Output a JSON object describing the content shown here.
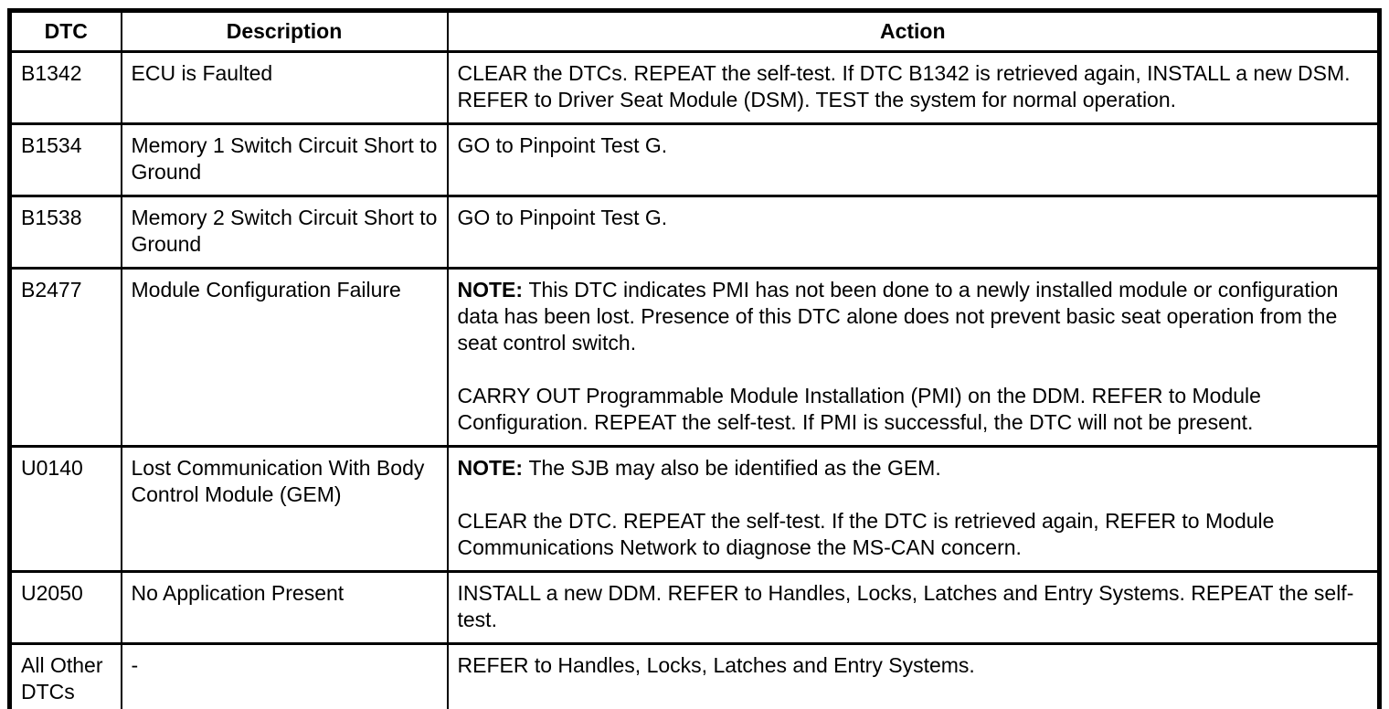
{
  "table": {
    "headers": {
      "dtc": "DTC",
      "description": "Description",
      "action": "Action"
    },
    "rows": [
      {
        "dtc": "B1342",
        "description": "ECU is Faulted",
        "action": [
          {
            "text": "CLEAR the DTCs. REPEAT the self-test. If DTC B1342 is retrieved again, INSTALL a new DSM. REFER to Driver Seat Module (DSM). TEST the system for normal operation."
          }
        ]
      },
      {
        "dtc": "B1534",
        "description": "Memory 1 Switch Circuit Short to Ground",
        "action": [
          {
            "text": "GO to Pinpoint Test G."
          }
        ]
      },
      {
        "dtc": "B1538",
        "description": "Memory 2 Switch Circuit Short to Ground",
        "action": [
          {
            "text": "GO to Pinpoint Test G."
          }
        ]
      },
      {
        "dtc": "B2477",
        "description": "Module Configuration Failure",
        "action": [
          {
            "note_label": "NOTE:",
            "text": "This DTC indicates PMI has not been done to a newly installed module or configuration data has been lost. Presence of this DTC alone does not prevent basic seat operation from the seat control switch."
          },
          {
            "text": "CARRY OUT Programmable Module Installation (PMI) on the DDM. REFER to Module Configuration. REPEAT the self-test. If PMI is successful, the DTC will not be present."
          }
        ]
      },
      {
        "dtc": "U0140",
        "description": "Lost Communication With Body Control Module (GEM)",
        "action": [
          {
            "note_label": "NOTE:",
            "text": "The SJB may also be identified as the GEM."
          },
          {
            "text": "CLEAR the DTC. REPEAT the self-test. If the DTC is retrieved again, REFER to Module Communications Network to diagnose the MS-CAN concern."
          }
        ]
      },
      {
        "dtc": "U2050",
        "description": "No Application Present",
        "action": [
          {
            "text": "INSTALL a new DDM. REFER to Handles, Locks, Latches and Entry Systems. REPEAT the self-test."
          }
        ]
      },
      {
        "dtc": "All Other DTCs",
        "description": "-",
        "action": [
          {
            "text": "REFER to Handles, Locks, Latches and Entry Systems."
          }
        ]
      }
    ]
  }
}
